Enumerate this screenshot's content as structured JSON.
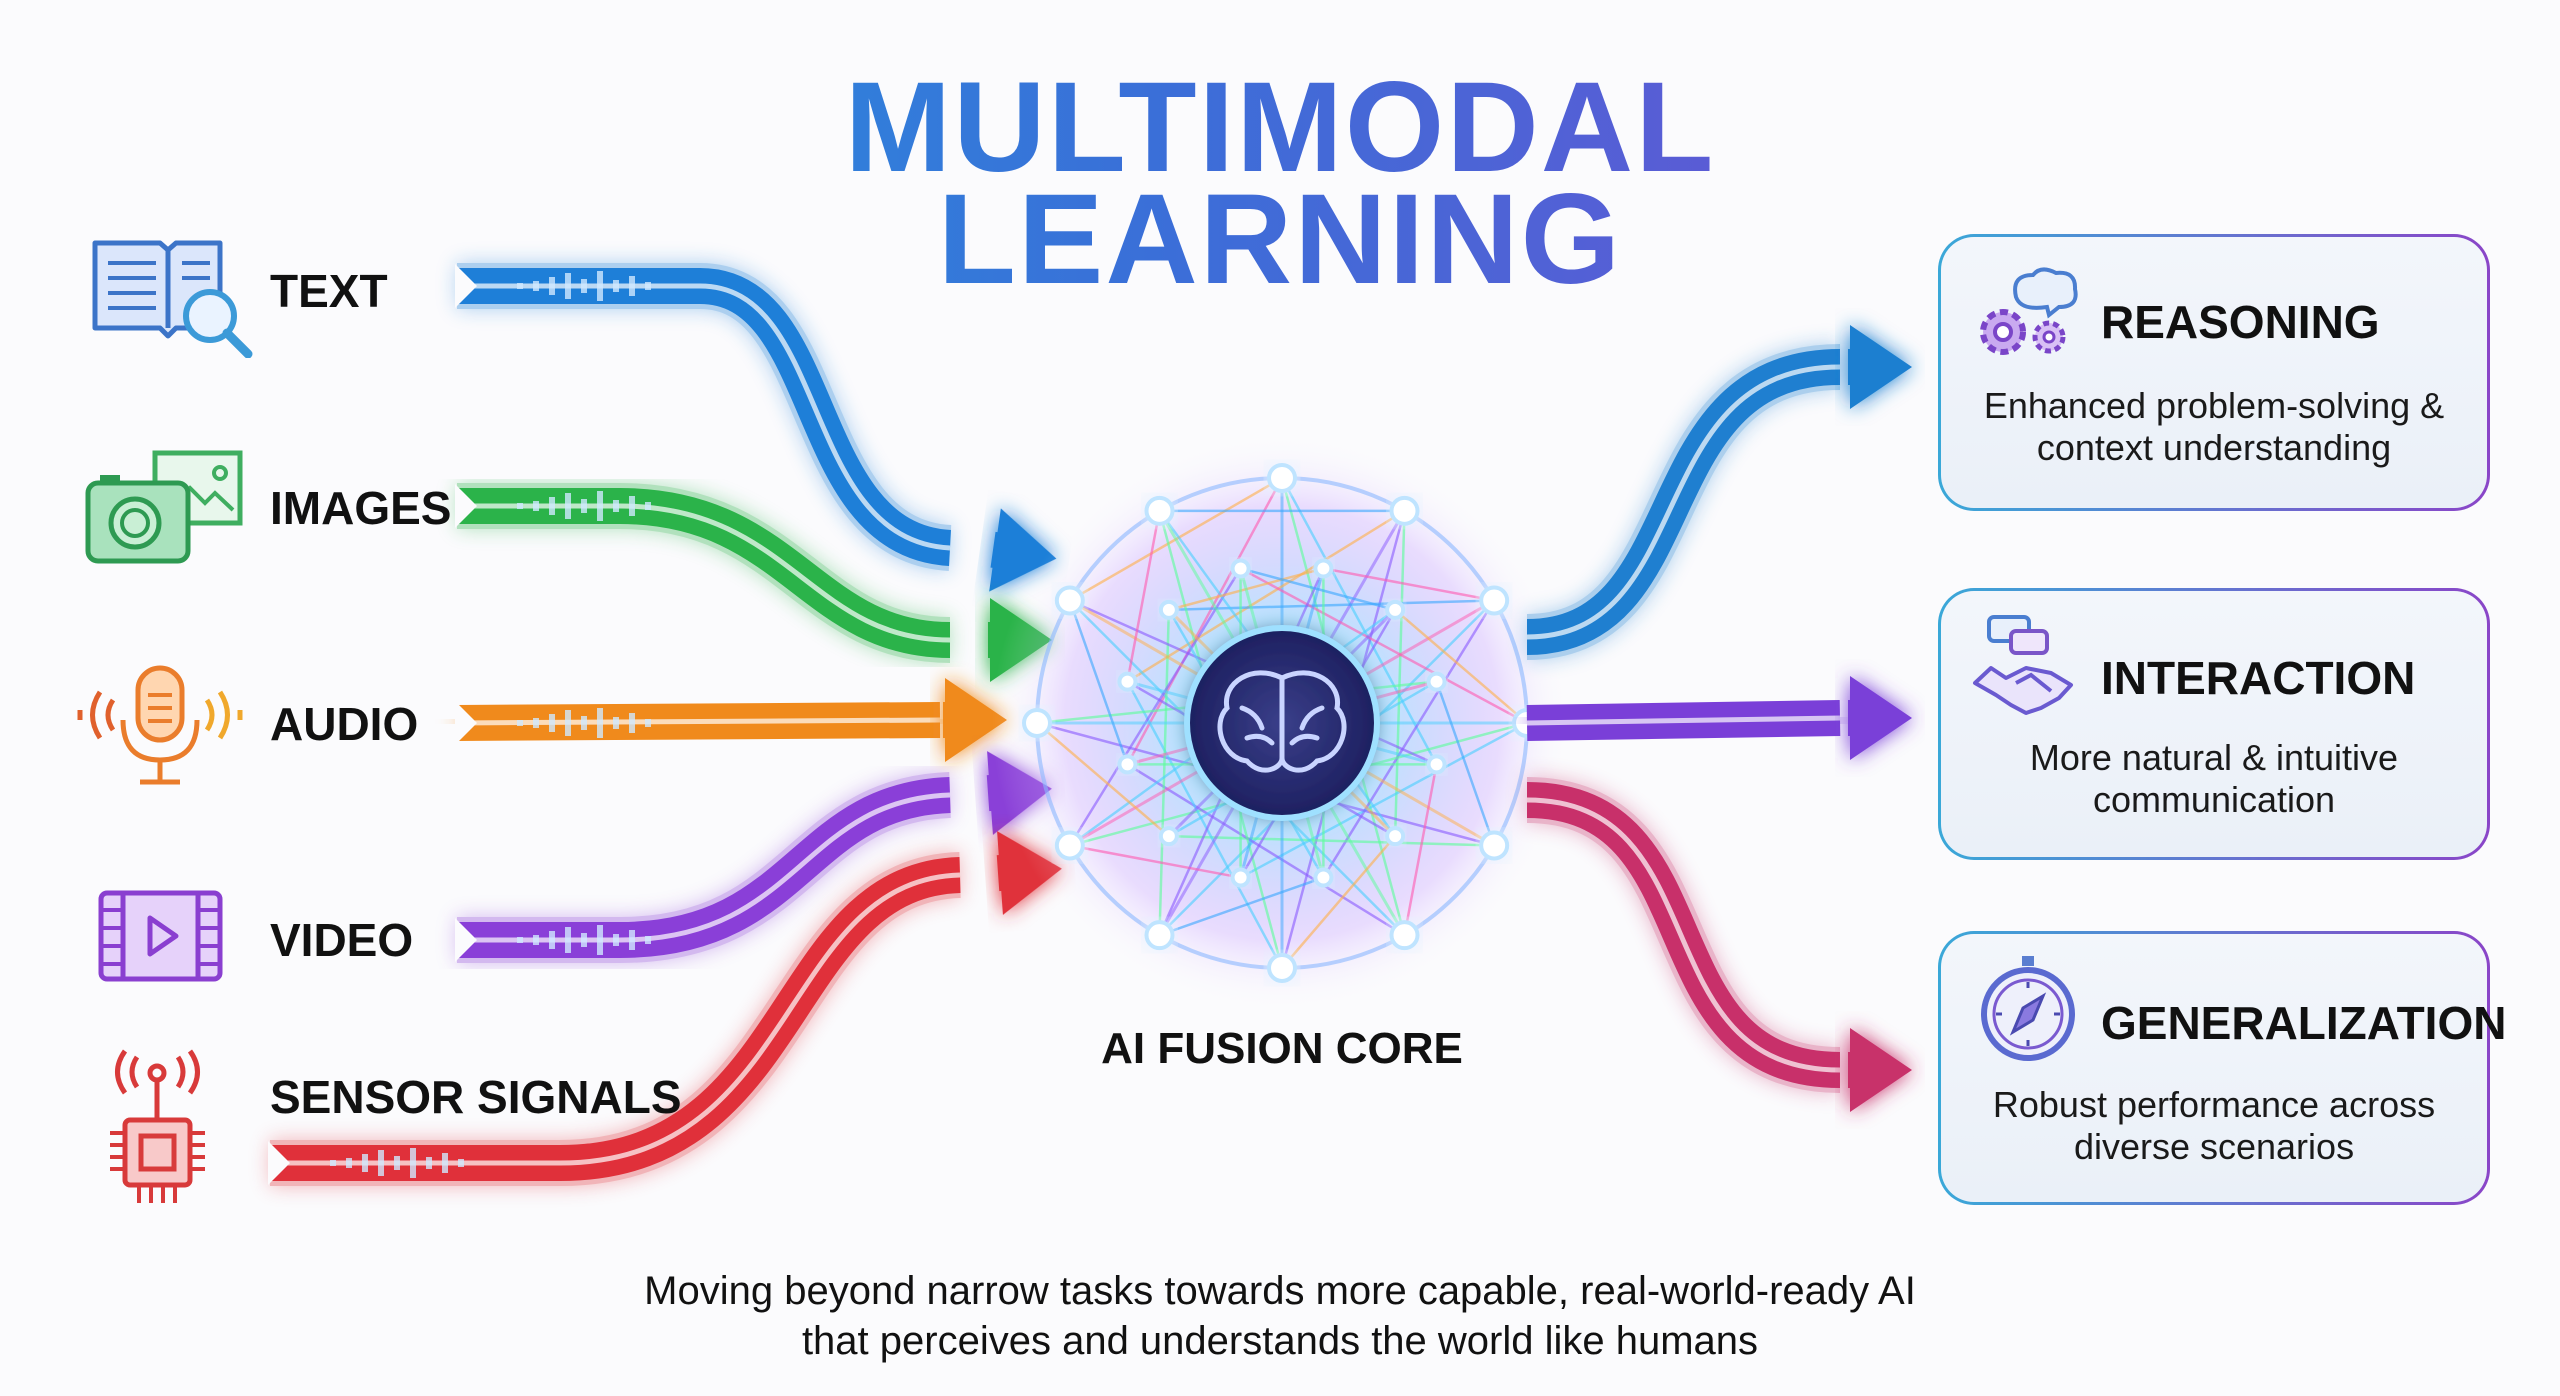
{
  "title": {
    "line1": "MULTIMODAL",
    "line2": "LEARNING"
  },
  "inputs": [
    {
      "label": "TEXT",
      "icon": "book-search-icon",
      "color": "#1e7fd8"
    },
    {
      "label": "IMAGES",
      "icon": "camera-image-icon",
      "color": "#2bb34a"
    },
    {
      "label": "AUDIO",
      "icon": "microphone-icon",
      "color": "#f08a1c"
    },
    {
      "label": "VIDEO",
      "icon": "video-play-icon",
      "color": "#8a3fd8"
    },
    {
      "label": "SENSOR SIGNALS",
      "icon": "sensor-chip-icon",
      "color": "#e0303a"
    }
  ],
  "core": {
    "label": "AI FUSION CORE",
    "icon": "brain-icon"
  },
  "outputs": [
    {
      "title": "REASONING",
      "desc1": "Enhanced problem-solving &",
      "desc2": "context understanding",
      "icon": "gears-thought-icon",
      "color": "#2a8ad8"
    },
    {
      "title": "INTERACTION",
      "desc1": "More natural & intuitive",
      "desc2": "communication",
      "icon": "handshake-chat-icon",
      "color": "#9a45d8"
    },
    {
      "title": "GENERALIZATION",
      "desc1": "Robust performance across",
      "desc2": "diverse scenarios",
      "icon": "compass-icon",
      "color": "#c0305a"
    }
  ],
  "footer": {
    "line1": "Moving beyond narrow tasks towards more capable, real-world-ready AI",
    "line2": "that perceives and understands the world like humans"
  }
}
